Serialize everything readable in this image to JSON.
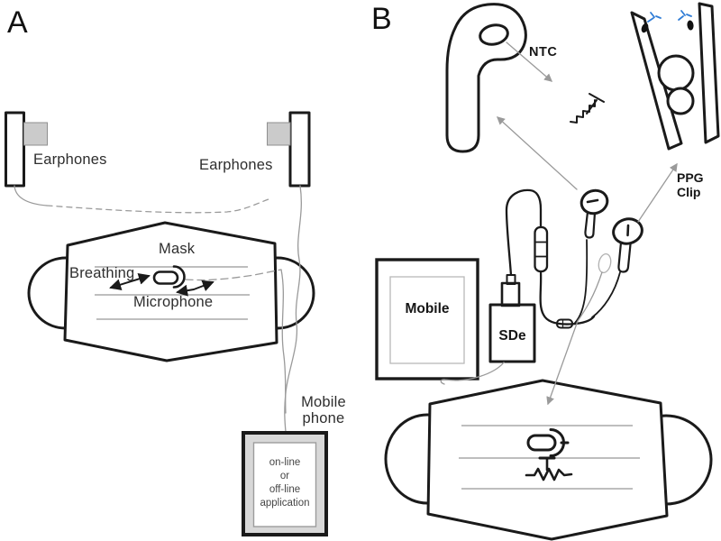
{
  "figure": {
    "panel_a": {
      "label": "A",
      "earphones_left": "Earphones",
      "earphones_right": "Earphones",
      "mask": "Mask",
      "breathing": "Breathing",
      "microphone": "Microphone",
      "mobile_phone": [
        "Mobile",
        "phone"
      ],
      "phone_app": [
        "on-line",
        "or",
        "off-line",
        "application"
      ]
    },
    "panel_b": {
      "label": "B",
      "ntc": "NTC",
      "ppg_clip": [
        "PPG",
        "Clip"
      ],
      "mobile": "Mobile",
      "sde": "SDe"
    }
  },
  "icons": {
    "microphone_icon": "pill-capsule-with-arc",
    "thermistor_icon": "zigzag-with-T-bar",
    "ppg_clip_icon": "clothespin-with-led-dots",
    "earbud_icon": "enlarged-airpod-outline",
    "earpods_icon": "wired-earpods-with-remote",
    "earphone_icon": "rectangle-with-gray-pad",
    "phone_icon": "framed-screen",
    "led_icon": "blue-sparks"
  },
  "colors": {
    "ink": "#1a1a1a",
    "annotation": "#9a9a9a",
    "pleat": "#b5b5b5",
    "pad_gray": "#cbcbcb",
    "phone_gray": "#d8d8d8",
    "led_blue": "#2f7cd6"
  }
}
